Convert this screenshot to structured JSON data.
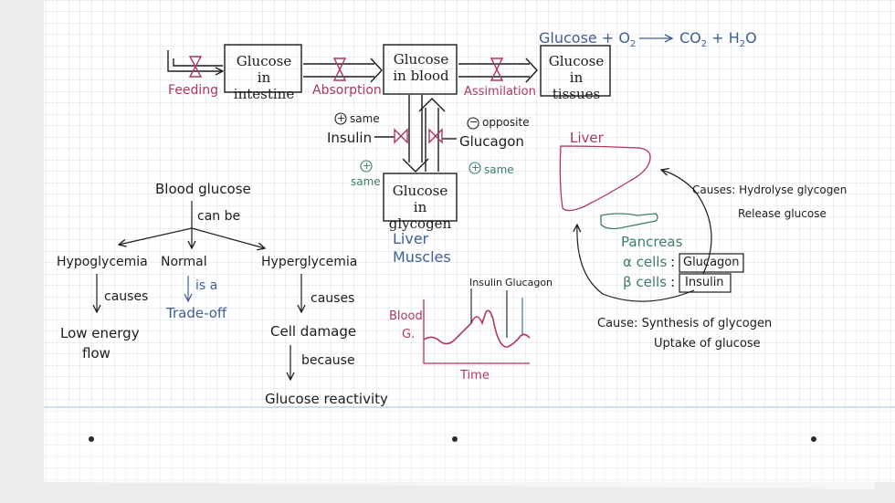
{
  "colors": {
    "ink": "#1c1c1c",
    "red": "#b0375f",
    "blue": "#3e5f95",
    "green": "#3f7e63",
    "grid": "#c9d3e6",
    "paper": "#ffffff"
  },
  "flow": {
    "intestine": "Glucose in intestine",
    "blood": "Glucose in blood",
    "tissues": "Glucose in tissues",
    "glycogen": "Glucose in glycogen",
    "feeding": "Feeding",
    "absorption": "Absorption",
    "assimilation": "Assimilation",
    "equation": {
      "glucose": "Glucose + O",
      "o_sub": "2",
      "co": "CO",
      "co_sub": "2",
      "plus_h": "+ H",
      "h_sub": "2",
      "o": "O"
    },
    "insulin_label": "Insulin",
    "glucagon_label": "Glucagon",
    "plus_same": "same",
    "minus_opposite": "opposite",
    "green_same_left": "same",
    "green_same_right": "same",
    "sign_plus": "+",
    "sign_minus": "−",
    "locations": [
      "Liver",
      "Muscles"
    ]
  },
  "tree": {
    "root": "Blood glucose",
    "verb": "can be",
    "hypo": "Hypoglycemia",
    "normal": "Normal",
    "hyper": "Hyperglycemia",
    "hypo_causes": "causes",
    "normal_is": "is a",
    "hyper_causes": "causes",
    "hypo_result": [
      "Low energy",
      "flow"
    ],
    "normal_result": "Trade-off",
    "hyper_result": "Cell damage",
    "because": "because",
    "reason": "Glucose reactivity"
  },
  "graph": {
    "ylabel": [
      "Blood",
      "G."
    ],
    "xlabel": "Time",
    "markers": [
      "Insulin",
      "Glucagon"
    ]
  },
  "pancreas": {
    "liver": "Liver",
    "pancreas": "Pancreas",
    "alpha": "α cells",
    "beta": "β cells",
    "colon": ":",
    "glucagon": "Glucagon",
    "insulin": "Insulin",
    "glucagon_effects": [
      "Causes: Hydrolyse glycogen",
      "Release glucose"
    ],
    "insulin_cause": "Cause: Synthesis of glycogen",
    "insulin_uptake": "Uptake of glucose"
  }
}
